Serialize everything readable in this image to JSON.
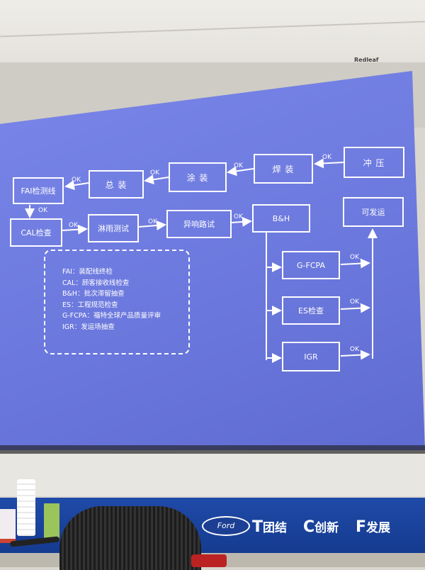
{
  "projector_brand": "Redleaf",
  "diagram": {
    "nodes": {
      "stamping": "冲 压",
      "welding": "焊 装",
      "painting": "涂 装",
      "assembly": "总 装",
      "fai": "FAI检测线",
      "cal": "CAL检查",
      "water": "淋雨测试",
      "road": "异响路试",
      "bh": "B&H",
      "shippable": "可发运",
      "gfcpa": "G-FCPA",
      "es": "ES检查",
      "igr": "IGR"
    },
    "ok_label": "OK",
    "legend": [
      "FAI：装配线终检",
      "CAL：顾客接收线检查",
      "B&H：批次滞留抽查",
      "ES：工程规范检查",
      "G-FCPA：福特全球产品质量评审",
      "IGR：发运场抽查"
    ]
  },
  "banner": {
    "logo": "Ford",
    "slogan": [
      {
        "letter": "T",
        "text": "团结"
      },
      {
        "letter": "C",
        "text": "创新"
      },
      {
        "letter": "F",
        "text": "发展"
      }
    ]
  }
}
